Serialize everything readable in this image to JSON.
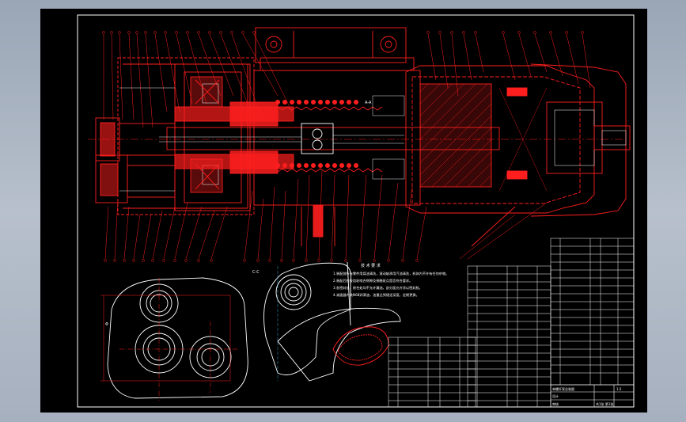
{
  "drawing": {
    "background": "#000000",
    "frame_color": "#ffffff",
    "primary_color": "#ff1e1e",
    "secondary_color": "#ffffff",
    "accent_color": "#3ac8ff",
    "section_label": "A-A",
    "notes_title": "技 术 要 求",
    "notes": [
      "1.装配前所有零件用煤油清洗，滚动轴承用汽油清洗，机体内不许有任何杂物。",
      "2.装配后检查齿轮啮合侧隙及接触斑点是否符合要求。",
      "3.各密封处、接合处均不允许漏油，剖分面允许涂以密封胶。",
      "4.减速器内装N68润滑油，油量达到规定深度，定期更换。"
    ],
    "view_label": "C-C",
    "dimension_label": "Φ",
    "title_block": {
      "name": "单螺杆泵总装图",
      "scale": "1:2",
      "sheet": "共1张 第1张",
      "drawn_label": "设计",
      "check_label": "审核"
    }
  }
}
